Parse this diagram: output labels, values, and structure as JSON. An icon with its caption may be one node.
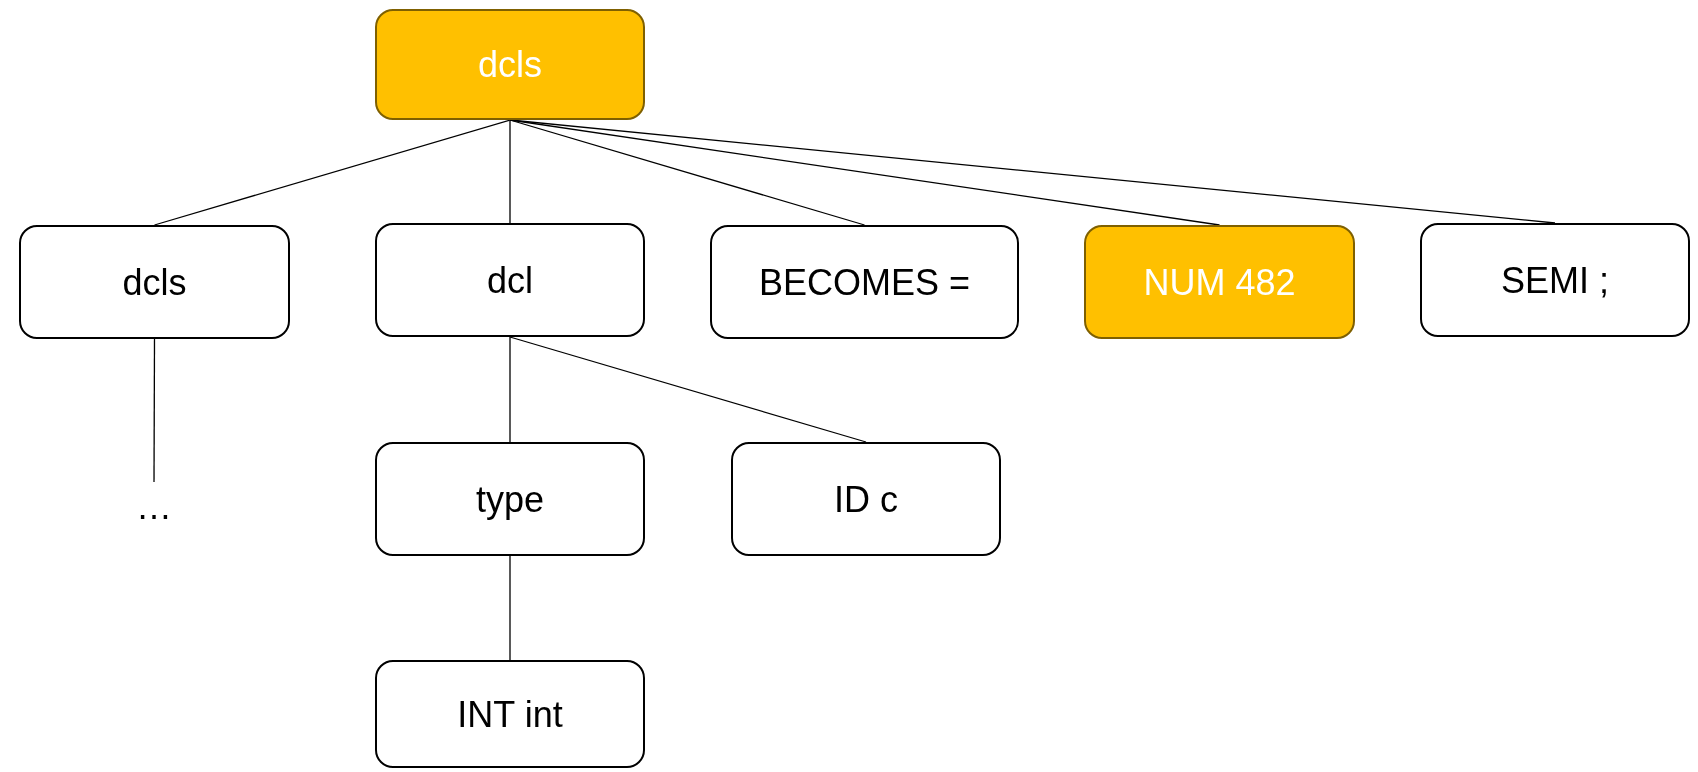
{
  "diagram": {
    "nodes": [
      {
        "text": [
          "dcls"
        ]
      },
      {
        "text": [
          "dcls"
        ]
      },
      {
        "text": [
          "dcl"
        ]
      },
      {
        "text": [
          "BECOMES ="
        ]
      },
      {
        "text": [
          "NUM 482"
        ]
      },
      {
        "text": [
          "SEMI ;"
        ]
      },
      {
        "text": [
          "…"
        ]
      },
      {
        "text": [
          "type"
        ]
      },
      {
        "text": [
          "ID c"
        ]
      },
      {
        "text": [
          "INT int"
        ]
      }
    ],
    "edges": [
      {
        "from": 0,
        "to": 1,
        "arrow": "none"
      },
      {
        "from": 0,
        "to": 2,
        "arrow": "none"
      },
      {
        "from": 0,
        "to": 3,
        "arrow": "none"
      },
      {
        "from": 0,
        "to": 4,
        "arrow": "none"
      },
      {
        "from": 0,
        "to": 5,
        "arrow": "none"
      },
      {
        "from": 1,
        "to": 6,
        "arrow": "none"
      },
      {
        "from": 2,
        "to": 7,
        "arrow": "none"
      },
      {
        "from": 2,
        "to": 8,
        "arrow": "none"
      },
      {
        "from": 7,
        "to": 9,
        "arrow": "none"
      }
    ]
  }
}
